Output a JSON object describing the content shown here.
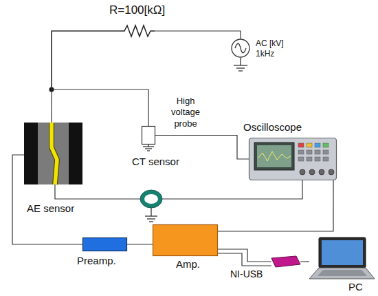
{
  "diagram": {
    "nodes": [
      {
        "text": [
          "R=100[kΩ]"
        ]
      },
      {
        "text": [
          "AC [kV] 1kHz"
        ]
      },
      {
        "text": [
          "High voltage probe"
        ]
      },
      {
        "text": [
          "Oscilloscope"
        ]
      },
      {
        "text": [
          "CT sensor"
        ]
      },
      {
        "text": [
          "AE sensor"
        ]
      },
      {
        "text": [
          "Preamp."
        ]
      },
      {
        "text": [
          "Amp."
        ]
      },
      {
        "text": [
          "NI-USB"
        ]
      },
      {
        "text": [
          "PC"
        ]
      }
    ],
    "edges": [
      {
        "from": 0,
        "to": 1,
        "arrow": "none"
      },
      {
        "from": 0,
        "to": 5,
        "arrow": "none"
      },
      {
        "from": 0,
        "to": 2,
        "arrow": "none"
      },
      {
        "from": 2,
        "to": 3,
        "arrow": "none"
      },
      {
        "from": 5,
        "to": 4,
        "arrow": "none"
      },
      {
        "from": 4,
        "to": 3,
        "arrow": "none"
      },
      {
        "from": 5,
        "to": 6,
        "arrow": "none"
      },
      {
        "from": 6,
        "to": 7,
        "arrow": "none"
      },
      {
        "from": 7,
        "to": 3,
        "arrow": "none"
      },
      {
        "from": 7,
        "to": 8,
        "arrow": "none"
      },
      {
        "from": 8,
        "to": 9,
        "arrow": "none"
      }
    ]
  }
}
